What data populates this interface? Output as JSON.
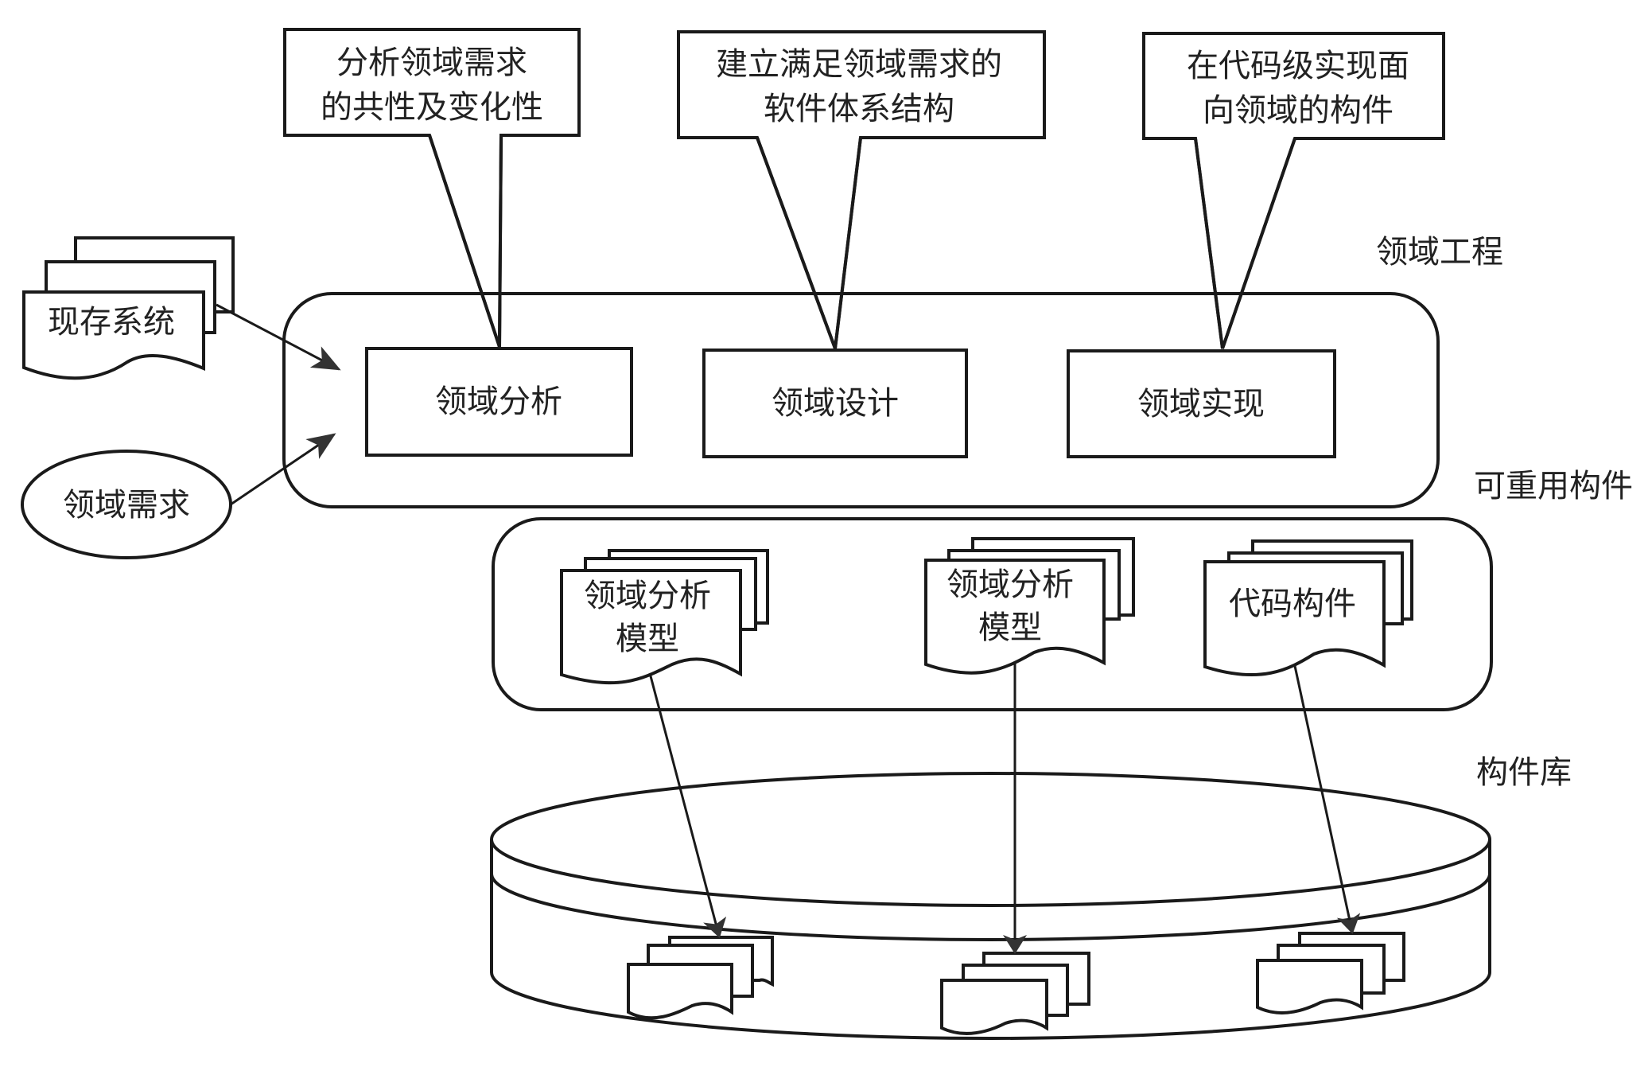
{
  "diagram": {
    "colors": {
      "line": "#1a1a1a",
      "text": "#222222",
      "background": "#ffffff"
    },
    "callouts": [
      {
        "id": "callout-analysis",
        "lines": [
          "分析领域需求",
          "的共性及变化性"
        ]
      },
      {
        "id": "callout-design",
        "lines": [
          "建立满足领域需求的",
          "软件体系结构"
        ]
      },
      {
        "id": "callout-implementation",
        "lines": [
          "在代码级实现面",
          "向领域的构件"
        ]
      }
    ],
    "inputs": {
      "existing_systems": "现存系统",
      "domain_requirements": "领域需求"
    },
    "domain_engineering": {
      "label": "领域工程",
      "activities": [
        "领域分析",
        "领域设计",
        "领域实现"
      ]
    },
    "reusable_components": {
      "label": "可重用构件",
      "documents": [
        {
          "lines": [
            "领域分析",
            "模型"
          ]
        },
        {
          "lines": [
            "领域分析",
            "模型"
          ]
        },
        {
          "lines": [
            "代码构件"
          ]
        }
      ]
    },
    "component_library": {
      "label": "构件库"
    }
  }
}
